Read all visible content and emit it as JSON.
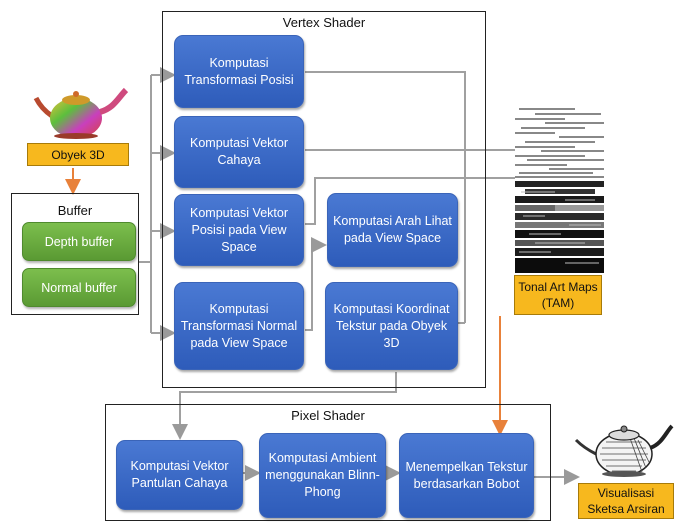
{
  "vertex_shader": {
    "title": "Vertex Shader",
    "boxes": {
      "transformasi_posisi": "Komputasi Transformasi Posisi",
      "vektor_cahaya": "Komputasi Vektor Cahaya",
      "vektor_posisi": "Komputasi Vektor Posisi pada View Space",
      "arah_lihat": "Komputasi Arah Lihat pada View Space",
      "transformasi_normal": "Komputasi Transformasi Normal pada View Space",
      "koordinat_tekstur": "Komputasi Koordinat Tekstur pada Obyek 3D"
    }
  },
  "pixel_shader": {
    "title": "Pixel Shader",
    "boxes": {
      "vektor_pantulan": "Komputasi Vektor Pantulan Cahaya",
      "ambient": "Komputasi Ambient menggunakan Blinn-Phong",
      "menempelkan": "Menempelkan Tekstur berdasarkan Bobot"
    }
  },
  "buffer": {
    "title": "Buffer",
    "depth": "Depth buffer",
    "normal": "Normal buffer"
  },
  "labels": {
    "obyek3d": "Obyek 3D",
    "tam": "Tonal Art Maps (TAM)",
    "visualisasi": "Visualisasi Sketsa Arsiran"
  },
  "colors": {
    "process_box": "#3a68c6",
    "buffer_box": "#6aae40",
    "label_box": "#f7b81e",
    "arrow_orange": "#e8813a",
    "arrow_gray": "#9a9a9a"
  }
}
